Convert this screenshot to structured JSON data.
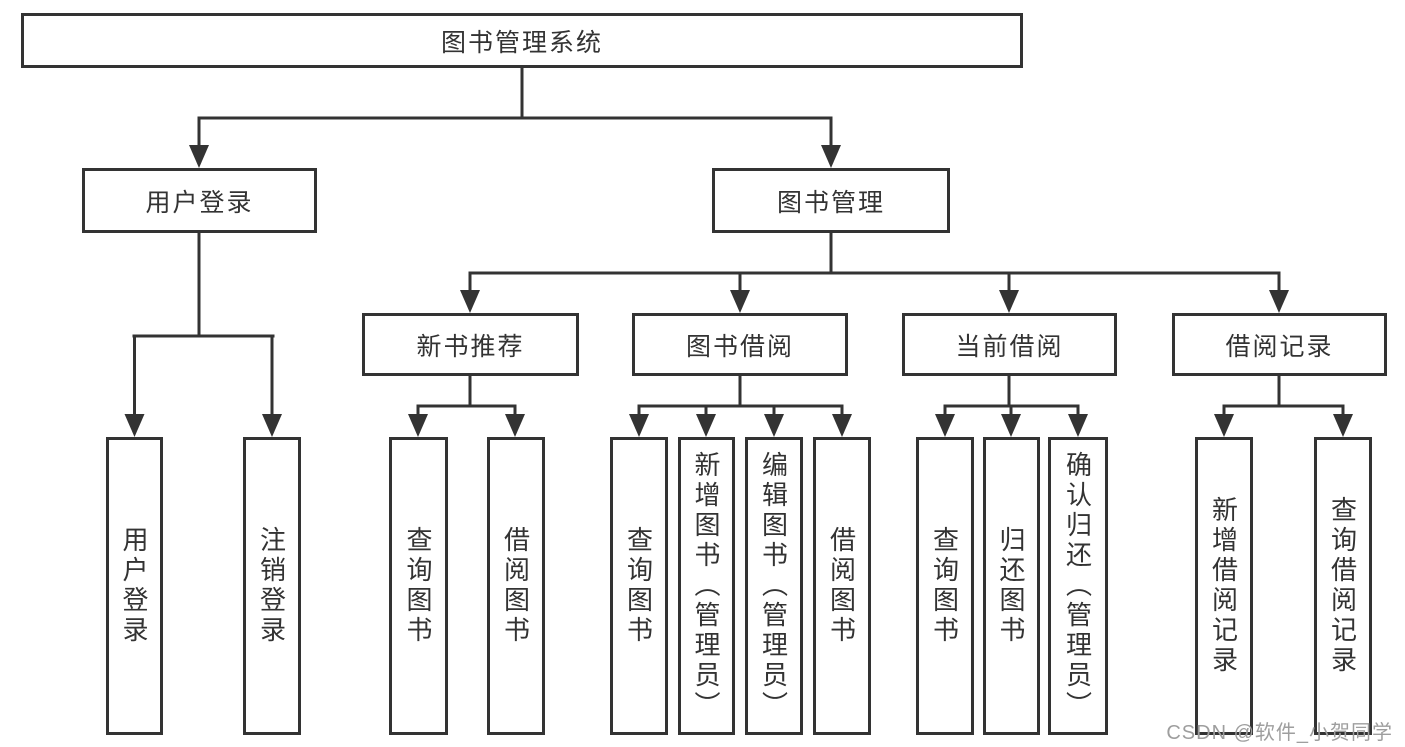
{
  "diagram_title": "图书管理系统",
  "nodes": {
    "root": "图书管理系统",
    "user_login": "用户登录",
    "book_mgmt": "图书管理",
    "new_books": "新书推荐",
    "borrow": "图书借阅",
    "current": "当前借阅",
    "records": "借阅记录",
    "leaf_login": "用户登录",
    "leaf_logout": "注销登录",
    "leaf_nb_search": "查询图书",
    "leaf_nb_borrow": "借阅图书",
    "leaf_bw_search": "查询图书",
    "leaf_bw_add": "新增图书（管理员）",
    "leaf_bw_edit": "编辑图书（管理员）",
    "leaf_bw_borrow": "借阅图书",
    "leaf_cur_search": "查询图书",
    "leaf_cur_return": "归还图书",
    "leaf_cur_confirm": "确认归还（管理员）",
    "leaf_rec_add": "新增借阅记录",
    "leaf_rec_search": "查询借阅记录"
  },
  "hierarchy": {
    "图书管理系统": {
      "用户登录": [
        "用户登录",
        "注销登录"
      ],
      "图书管理": {
        "新书推荐": [
          "查询图书",
          "借阅图书"
        ],
        "图书借阅": [
          "查询图书",
          "新增图书（管理员）",
          "编辑图书（管理员）",
          "借阅图书"
        ],
        "当前借阅": [
          "查询图书",
          "归还图书",
          "确认归还（管理员）"
        ],
        "借阅记录": [
          "新增借阅记录",
          "查询借阅记录"
        ]
      }
    }
  },
  "watermark": "CSDN @软件_小贺同学",
  "colors": {
    "line": "#333333",
    "box_border": "#333333",
    "box_background": "#ffffff",
    "text": "#333333",
    "watermark": "#9e9e9e",
    "page_background": "#ffffff"
  }
}
